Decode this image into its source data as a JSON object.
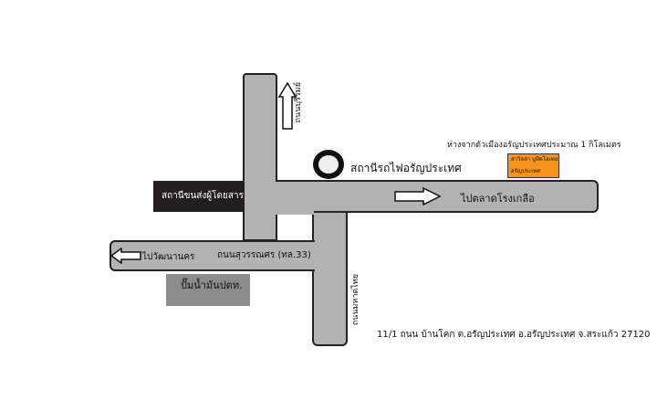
{
  "distance_note": "ห่างจากตัวเมืองอรัญประเทศประมาณ 1 กิโลเมตร",
  "hotel": {
    "line1": "สาวิลล่า บูทีคโฮเทล",
    "line2": "อรัญประเทศ",
    "color": "#f7941d"
  },
  "train_station": "สถานีรถไฟอรัญประเทศ",
  "to_market": "ไปตลาดโรงเกลือ",
  "bus_station": "สถานีขนส่งผู้โดยสาร",
  "to_watthana": "ไปวัฒนานคร",
  "main_road": "ถนนสุวรรณศร (ทล.33)",
  "gas_station": "ปั๊มน้ำมันปตท.",
  "north_road": "ถนนบุรีรัมย์",
  "south_road": "ถนนมหาดไทย",
  "address": "11/1 ถนน บ้านโคก ต.อรัญประเทศ อ.อรัญประเทศ จ.สระแก้ว 27120"
}
